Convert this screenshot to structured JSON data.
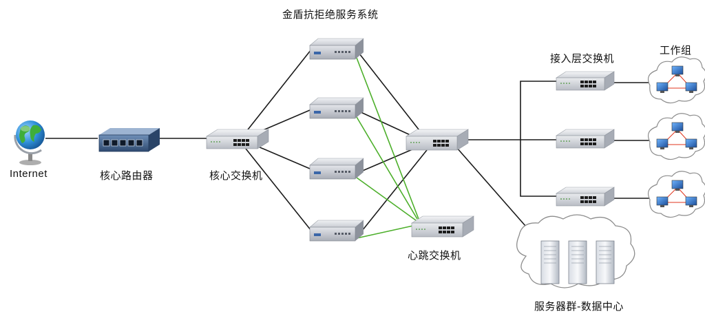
{
  "labels": {
    "internet": "Internet",
    "core_router": "核心路由器",
    "core_switch": "核心交换机",
    "shield_system": "金盾抗拒绝服务系统",
    "heartbeat_switch": "心跳交换机",
    "access_switch": "接入层交换机",
    "workgroup": "工作组",
    "server_cluster": "服务器群-数据中心"
  },
  "colors": {
    "link": "#1a1a1a",
    "heartbeat_link": "#4caf2a",
    "device_body": "#e4e6ea",
    "router_body": "#3f5f86",
    "cloud_stroke": "#8c8c8c",
    "cloud_fill": "#ffffff",
    "port": "#1c1c1c",
    "lan_link": "#e0341c",
    "globe": "#2f8fd8"
  },
  "icons": {
    "internet": "globe-icon",
    "core_router": "router-icon",
    "core_switch": "switch-icon",
    "shield_device": "server-appliance-icon",
    "heartbeat_switch": "switch-icon",
    "access_switch": "switch-icon",
    "workgroup": "network-cloud-icon",
    "server_cluster": "server-cloud-icon"
  }
}
